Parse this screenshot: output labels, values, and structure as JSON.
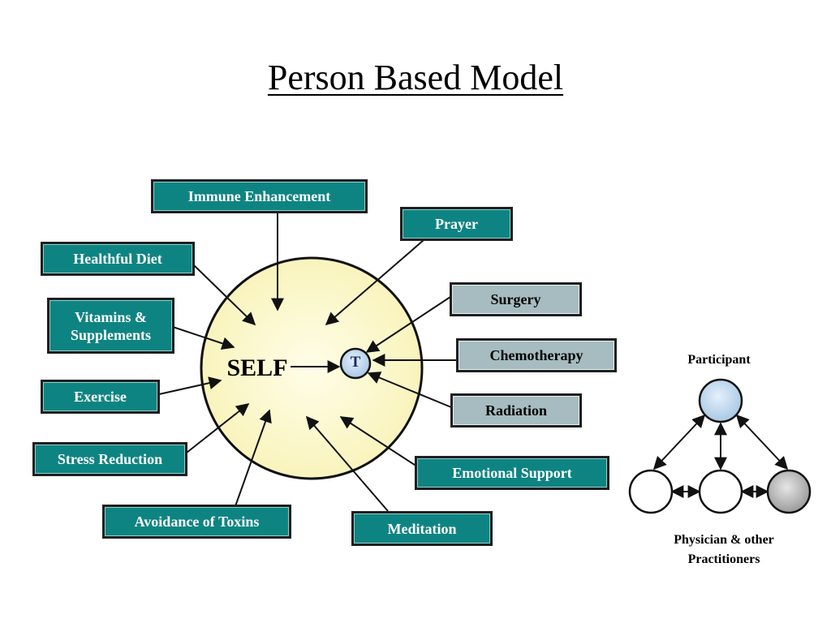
{
  "title": "Person Based Model",
  "center_label": "SELF",
  "target_label": "T",
  "left_boxes": [
    {
      "label": "Immune Enhancement"
    },
    {
      "label": "Healthful Diet"
    },
    {
      "label": "Vitamins & Supplements"
    },
    {
      "label": "Exercise"
    },
    {
      "label": "Stress Reduction"
    },
    {
      "label": "Avoidance of Toxins"
    },
    {
      "label": "Meditation"
    },
    {
      "label": "Emotional Support"
    },
    {
      "label": "Prayer"
    }
  ],
  "treatment_boxes": [
    {
      "label": "Surgery"
    },
    {
      "label": "Chemotherapy"
    },
    {
      "label": "Radiation"
    }
  ],
  "inset": {
    "top_label": "Participant",
    "bottom_label": "Physician & other Practitioners"
  },
  "colors": {
    "teal_box": "#0e8482",
    "grey_box": "#a6bcc0",
    "self_circle": "#fdfbd2",
    "target_circle": "#c9ddf0",
    "participant_node": "#c9ddf0",
    "grey_node": "#b0b0b0"
  }
}
